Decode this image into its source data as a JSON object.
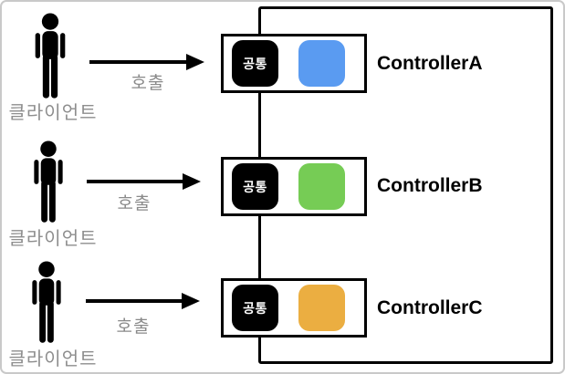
{
  "canvas": {
    "background": "#ffffff",
    "frame_border_color": "#c9c9c9",
    "boundary_border_color": "#000000"
  },
  "clients": [
    {
      "label": "클라이언트",
      "call_label": "호출"
    },
    {
      "label": "클라이언트",
      "call_label": "호출"
    },
    {
      "label": "클라이언트",
      "call_label": "호출"
    }
  ],
  "controllers": [
    {
      "name": "ControllerA",
      "common_label": "공통",
      "color": "#5a9bf1"
    },
    {
      "name": "ControllerB",
      "common_label": "공통",
      "color": "#76cc55"
    },
    {
      "name": "ControllerC",
      "common_label": "공통",
      "color": "#ebae41"
    }
  ],
  "text_colors": {
    "client_label": "#8e8e8e",
    "call_label": "#8a8a8a",
    "common_chip_text": "#ffffff",
    "controller_name": "#000000"
  }
}
